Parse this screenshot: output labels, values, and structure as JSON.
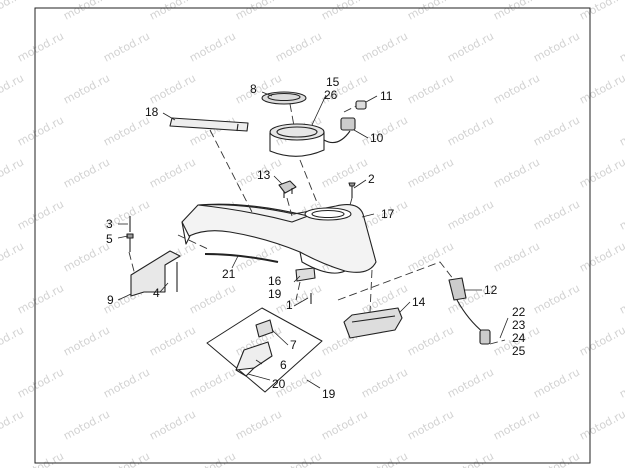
{
  "watermark": "motod.ru",
  "callouts": [
    "1",
    "2",
    "3",
    "4",
    "5",
    "6",
    "7",
    "8",
    "9",
    "10",
    "11",
    "12",
    "13",
    "14",
    "15",
    "16",
    "17",
    "18",
    "19",
    "19",
    "20",
    "21",
    "22",
    "23",
    "24",
    "25",
    "26"
  ]
}
